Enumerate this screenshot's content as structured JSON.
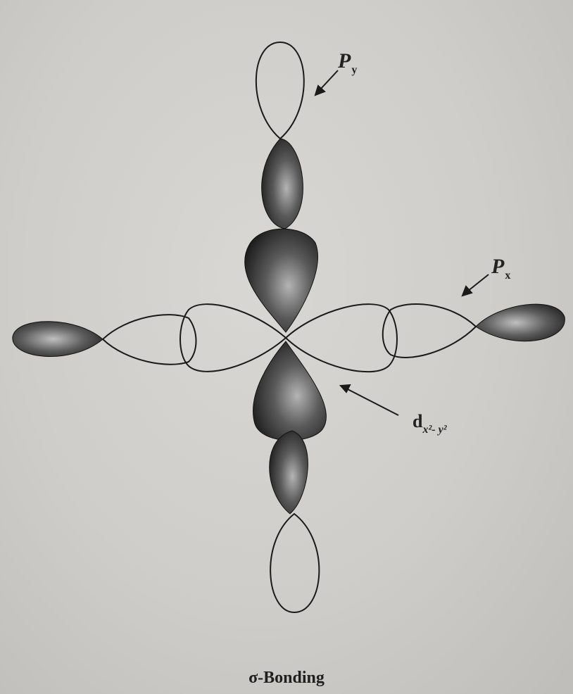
{
  "labels": {
    "py_main": "P",
    "py_sub": "y",
    "px_main": "P",
    "px_sub": "x",
    "d_main": "d",
    "d_sub": "x²- y²"
  },
  "caption": "σ-Bonding",
  "colors": {
    "page": "#d2d0cc",
    "outline": "#1a1a1a",
    "dark_lobe": "#2a2a2a",
    "light_lobe": "#9a9a9a"
  }
}
